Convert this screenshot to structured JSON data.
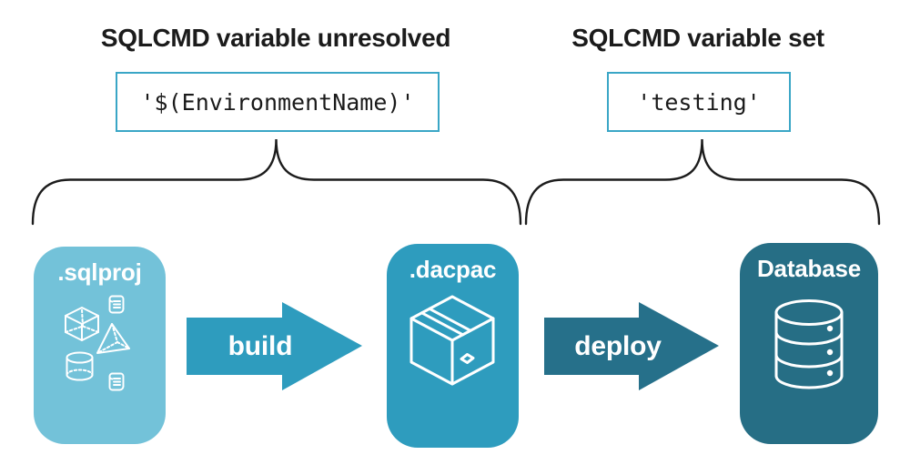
{
  "sections": {
    "unresolved": {
      "title": "SQLCMD variable unresolved",
      "code": "'$(EnvironmentName)'"
    },
    "set": {
      "title": "SQLCMD variable set",
      "code": "'testing'"
    }
  },
  "flow": {
    "nodes": [
      {
        "id": "sqlproj",
        "label": ".sqlproj",
        "icon": "sql-objects-icons",
        "color": "#73c2d9"
      },
      {
        "id": "dacpac",
        "label": ".dacpac",
        "icon": "package-box-icon",
        "color": "#2e9cbe"
      },
      {
        "id": "database",
        "label": "Database",
        "icon": "database-cylinder-icon",
        "color": "#266e85"
      }
    ],
    "arrows": [
      {
        "id": "build",
        "label": "build",
        "color": "#2e9cbe"
      },
      {
        "id": "deploy",
        "label": "deploy",
        "color": "#26708a"
      }
    ]
  },
  "colors": {
    "background": "#ffffff",
    "light_teal": "#73c2d9",
    "mid_teal": "#2e9cbe",
    "dark_teal": "#266e85",
    "code_box_border": "#3aa6c6",
    "brace_stroke": "#1c1c1c",
    "heading_text": "#1b1b1b",
    "icon_stroke": "#ffffff"
  }
}
